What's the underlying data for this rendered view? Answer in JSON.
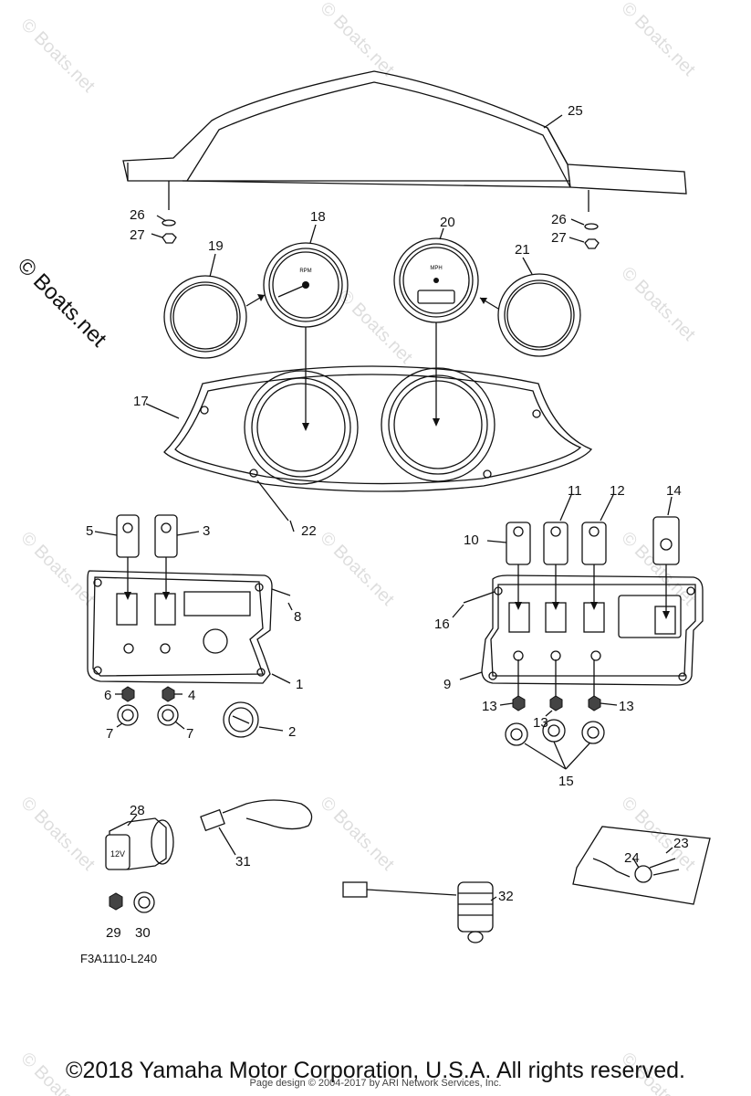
{
  "watermark": {
    "text": "© Boats.net"
  },
  "figure_code": "F3A1110-L240",
  "copyright": "©2018 Yamaha Motor Corporation, U.S.A. All rights reserved.",
  "page_design": "Page design © 2004-2017 by ARI Network Services, Inc.",
  "gauge_labels": {
    "rpm": "RPM",
    "mph": "MPH"
  },
  "callouts": {
    "c1": "1",
    "c2": "2",
    "c3": "3",
    "c4": "4",
    "c5": "5",
    "c6": "6",
    "c7a": "7",
    "c7b": "7",
    "c8": "8",
    "c9": "9",
    "c10": "10",
    "c11": "11",
    "c12": "12",
    "c13a": "13",
    "c13b": "13",
    "c13c": "13",
    "c14": "14",
    "c15": "15",
    "c16": "16",
    "c17": "17",
    "c18": "18",
    "c19": "19",
    "c20": "20",
    "c21": "21",
    "c22": "22",
    "c23": "23",
    "c24": "24",
    "c25": "25",
    "c26a": "26",
    "c26b": "26",
    "c27a": "27",
    "c27b": "27",
    "c28": "28",
    "c29": "29",
    "c30": "30",
    "c31": "31",
    "c32": "32"
  }
}
